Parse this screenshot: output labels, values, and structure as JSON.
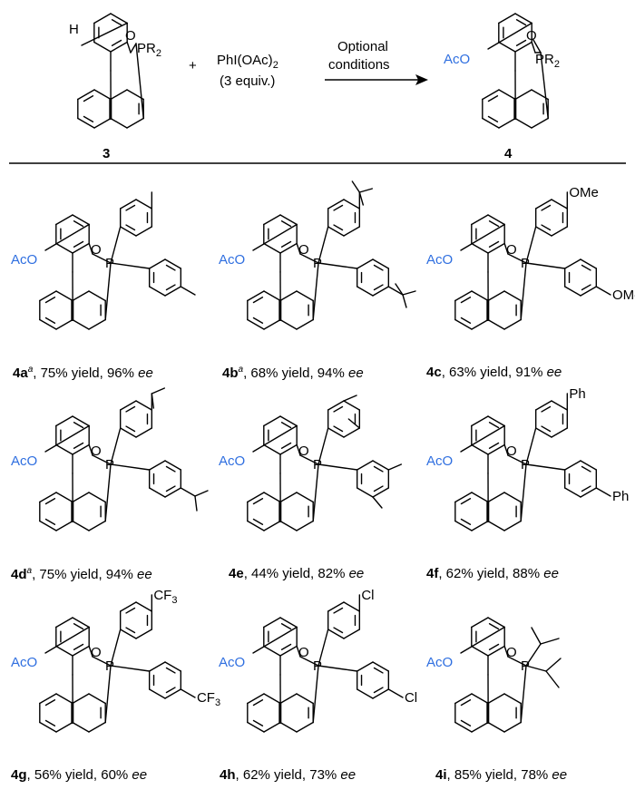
{
  "scheme": {
    "reactant_H": "H",
    "reactant_group": "PR",
    "reactant_group_sub": "2",
    "reactant_O": "O",
    "reactant_label": "3",
    "plus": "+",
    "reagent_main": "PhI(OAc)",
    "reagent_sub": "2",
    "reagent_equiv": "(3 equiv.)",
    "arrow_text_1": "Optional",
    "arrow_text_2": "conditions",
    "product_ac": "AcO",
    "product_group": "PR",
    "product_group_sub": "2",
    "product_O": "O",
    "product_label": "4"
  },
  "atoms": {
    "aco": "AcO",
    "p": "P",
    "o": "O",
    "ome": "OMe",
    "ph": "Ph",
    "cl": "Cl",
    "cf3": "CF",
    "cf3_sub": "3"
  },
  "products": [
    {
      "id": "4a",
      "sup": "a",
      "yield": "75% yield",
      "ee_value": "96%",
      "ee": "ee"
    },
    {
      "id": "4b",
      "sup": "a",
      "yield": "68% yield",
      "ee_value": "94%",
      "ee": "ee"
    },
    {
      "id": "4c",
      "sup": "",
      "yield": "63% yield",
      "ee_value": "91%",
      "ee": "ee"
    },
    {
      "id": "4d",
      "sup": "a",
      "yield": "75% yield",
      "ee_value": "94%",
      "ee": "ee"
    },
    {
      "id": "4e",
      "sup": "",
      "yield": "44% yield",
      "ee_value": "82%",
      "ee": "ee"
    },
    {
      "id": "4f",
      "sup": "",
      "yield": "62% yield",
      "ee_value": "88%",
      "ee": "ee"
    },
    {
      "id": "4g",
      "sup": "",
      "yield": "56% yield",
      "ee_value": "60%",
      "ee": "ee"
    },
    {
      "id": "4h",
      "sup": "",
      "yield": "62% yield",
      "ee_value": "73%",
      "ee": "ee"
    },
    {
      "id": "4i",
      "sup": "",
      "yield": "85% yield",
      "ee_value": "78%",
      "ee": "ee"
    }
  ],
  "colors": {
    "aco": "#2f6fe0",
    "bond": "#000000"
  }
}
